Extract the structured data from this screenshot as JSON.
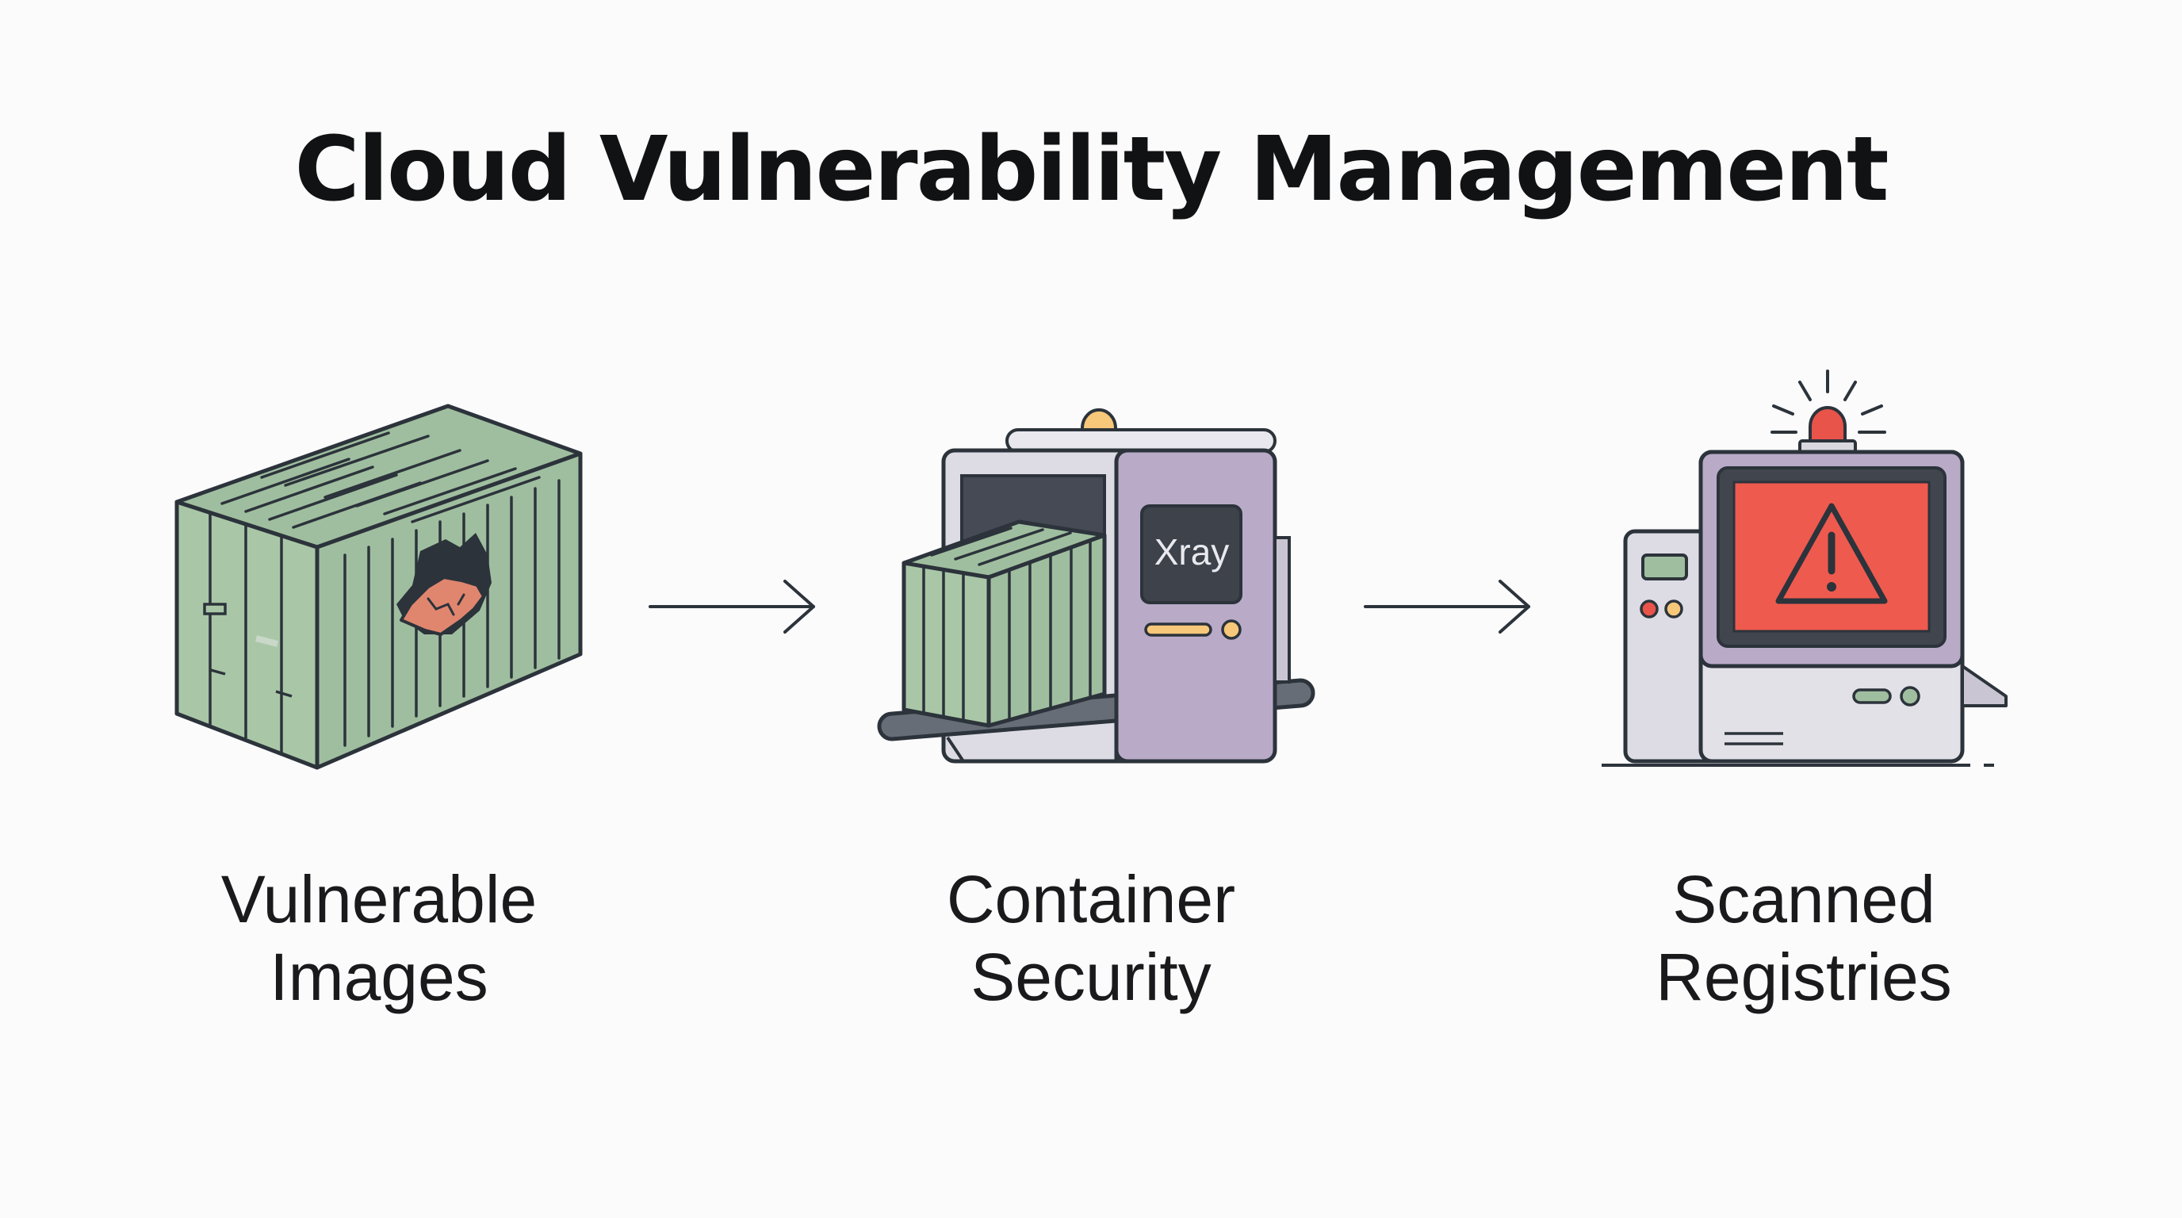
{
  "title": "Cloud Vulnerability Management",
  "stages": [
    {
      "line1": "Vulnerable",
      "line2": "Images",
      "icon": "damaged-container-icon"
    },
    {
      "line1": "Container",
      "line2": "Security",
      "icon": "xray-scanner-icon",
      "scanner_label": "Xray"
    },
    {
      "line1": "Scanned",
      "line2": "Registries",
      "icon": "alert-registry-icon"
    }
  ],
  "connectors": [
    "arrow-right-icon",
    "arrow-right-icon"
  ],
  "colors": {
    "container_green": "#9fbe9f",
    "machine_purple": "#b9abc8",
    "alert_red": "#e8534a",
    "warning_red": "#ef5a4f",
    "beacon_orange": "#f7c77a",
    "outline": "#2c333b",
    "background": "#fbfbfc"
  }
}
